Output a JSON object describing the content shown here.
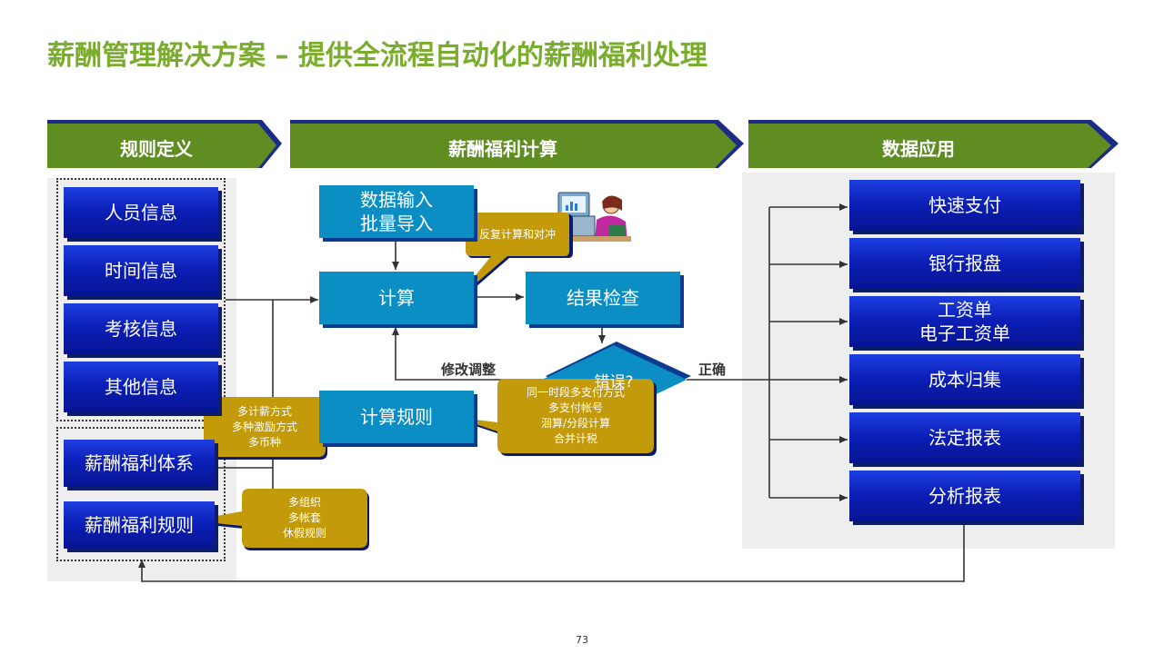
{
  "title": "薪酬管理解决方案 – 提供全流程自动化的薪酬福利处理",
  "phases": {
    "rules": "规则定义",
    "calc": "薪酬福利计算",
    "apply": "数据应用"
  },
  "rule_items": [
    "人员信息",
    "时间信息",
    "考核信息",
    "其他信息"
  ],
  "system_items": [
    "薪酬福利体系",
    "薪酬福利规则"
  ],
  "process": {
    "data_input": "数据输入\n批量导入",
    "calculate": "计算",
    "check": "结果检查",
    "rules": "计算规则",
    "diamond": "错误?"
  },
  "labels": {
    "modify": "修改调整",
    "correct": "正确"
  },
  "callouts": {
    "repeat": "反复计算和对冲",
    "multi_pay": "多计薪方式\n多种激励方式\n多币种",
    "multi_org": "多组织\n多帐套\n休假规则",
    "payments": "同一时段多支付方式\n多支付帐号\n洄算/分段计算\n合并计税"
  },
  "outputs": [
    "快速支付",
    "银行报盘",
    "工资单\n电子工资单",
    "成本归集",
    "法定报表",
    "分析报表"
  ],
  "page_number": "73",
  "colors": {
    "title_green": "#7aac2e",
    "phase_green": "#5f8d21",
    "phase_navy": "#1c2a8a",
    "blue_box": "#0c1fb8",
    "teal_box": "#0a8ec3",
    "callout_gold": "#c39a0a"
  }
}
